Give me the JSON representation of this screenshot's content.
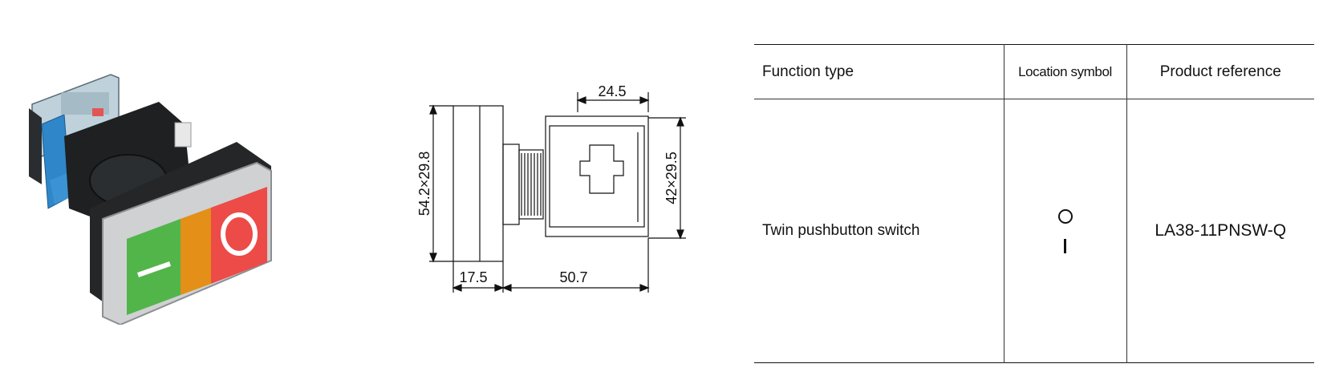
{
  "table": {
    "headers": {
      "function_type": "Function type",
      "location_symbol": "Location symbol",
      "product_reference": "Product reference"
    },
    "rows": [
      {
        "function_type": "Twin pushbutton switch",
        "location_symbols": [
          "circle-symbol-O",
          "line-symbol-I"
        ],
        "product_reference": "LA38-11PNSW-Q"
      }
    ]
  },
  "drawing": {
    "dimensions": {
      "top_width": "24.5",
      "bezel_size": "54.2×29.8",
      "body_size": "42×29.5",
      "bezel_depth": "17.5",
      "body_length": "50.7"
    }
  },
  "colors": {
    "button_green": "#52b54a",
    "button_amber": "#e38f18",
    "button_red": "#ec4b48",
    "contact_block_blue": "#2f86c9"
  }
}
